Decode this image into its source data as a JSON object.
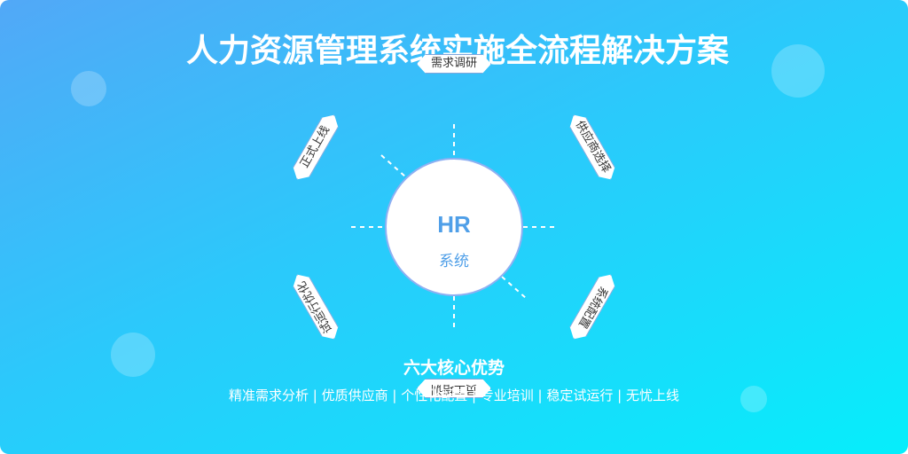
{
  "title": "人力资源管理系统实施全流程解决方案",
  "hub": {
    "main": "HR",
    "sub": "系统"
  },
  "steps": [
    {
      "label": "需求调研"
    },
    {
      "label": "供应商选择"
    },
    {
      "label": "系统配置"
    },
    {
      "label": "员工培训"
    },
    {
      "label": "试运行优化"
    },
    {
      "label": "正式上线"
    }
  ],
  "advantages": {
    "title": "六大核心优势",
    "items": "精准需求分析 | 优质供应商 | 个性化配置 | 专业培训 | 稳定试运行 | 无忧上线"
  },
  "colors": {
    "gradient_start": "#52a8f7",
    "gradient_end": "#06eefb",
    "hub_text": "#4f9fe8"
  }
}
